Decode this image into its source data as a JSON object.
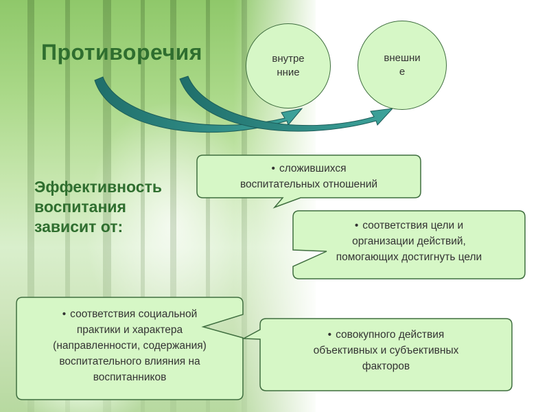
{
  "title": "Противоречия",
  "circles": [
    {
      "lines": [
        "внутре",
        "нние"
      ]
    },
    {
      "lines": [
        "внешни",
        "е"
      ]
    }
  ],
  "depends_lines": [
    "Эффективность",
    "воспитания",
    "зависит от:"
  ],
  "bullet_char": "•",
  "factors": [
    {
      "lines": [
        "сложившихся",
        "воспитательных отношений"
      ]
    },
    {
      "lines": [
        "соответствия цели и",
        "организации действий,",
        "помогающих достигнуть цели"
      ]
    },
    {
      "lines": [
        "соответствия социальной",
        "практики и характера",
        "(направленности, содержания)",
        "воспитательного влияния на",
        "воспитанников"
      ]
    },
    {
      "lines": [
        "совокупного действия",
        "объективных и субъективных",
        "факторов"
      ]
    }
  ],
  "colors": {
    "title": "#2f6e2f",
    "box_fill": "#d6f7c6",
    "box_stroke": "#3f6e3f",
    "arrow": "#3a8c86"
  }
}
